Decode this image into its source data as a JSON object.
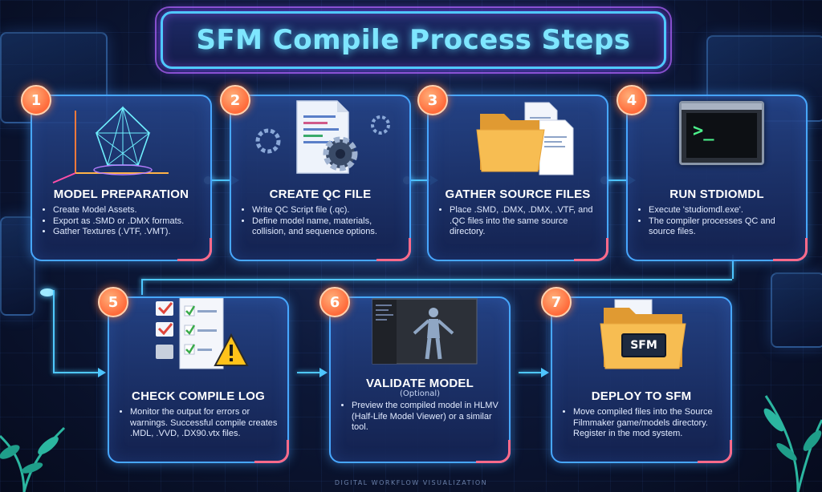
{
  "title": "SFM Compile Process Steps",
  "footer": "DIGITAL WORKFLOW VISUALIZATION",
  "colors": {
    "accent": "#4fc8ff",
    "badge": "#ff6a3a",
    "title_glow": "#7a4dff"
  },
  "steps": [
    {
      "number": "1",
      "title": "MODEL PREPARATION",
      "icon": "wireframe-model-icon",
      "bullets": [
        "Create Model Assets.",
        "Export as .SMD or .DMX formats.",
        "Gather Textures (.VTF, .VMT)."
      ]
    },
    {
      "number": "2",
      "title": "CREATE QC FILE",
      "icon": "script-file-gears-icon",
      "bullets": [
        "Write QC Script file (.qc).",
        "Define model name, materials, collision, and sequence options."
      ]
    },
    {
      "number": "3",
      "title": "GATHER SOURCE FILES",
      "icon": "folder-files-icon",
      "bullets": [
        "Place .SMD, .DMX, .DMX, .VTF, and .QC files into the same source directory."
      ]
    },
    {
      "number": "4",
      "title": "RUN STDIOMDL",
      "icon": "terminal-icon",
      "terminal_prompt": ">_",
      "bullets": [
        "Execute 'studiomdl.exe'.",
        "The compiler processes QC and source files."
      ]
    },
    {
      "number": "5",
      "title": "CHECK COMPILE LOG",
      "icon": "checklist-warning-icon",
      "bullets": [
        "Monitor the output for errors or warnings. Successful compile creates .MDL, .VVD, .DX90.vtx files."
      ]
    },
    {
      "number": "6",
      "title": "VALIDATE MODEL",
      "subtitle": "(Optional)",
      "icon": "model-viewer-icon",
      "bullets": [
        "Preview the compiled model in HLMV (Half-Life Model Viewer) or a similar tool."
      ]
    },
    {
      "number": "7",
      "title": "DEPLOY TO SFM",
      "icon": "sfm-folder-icon",
      "folder_label": "SFM",
      "bullets": [
        "Move compiled files into the Source Filmmaker game/models directory. Register in the mod system."
      ]
    }
  ]
}
